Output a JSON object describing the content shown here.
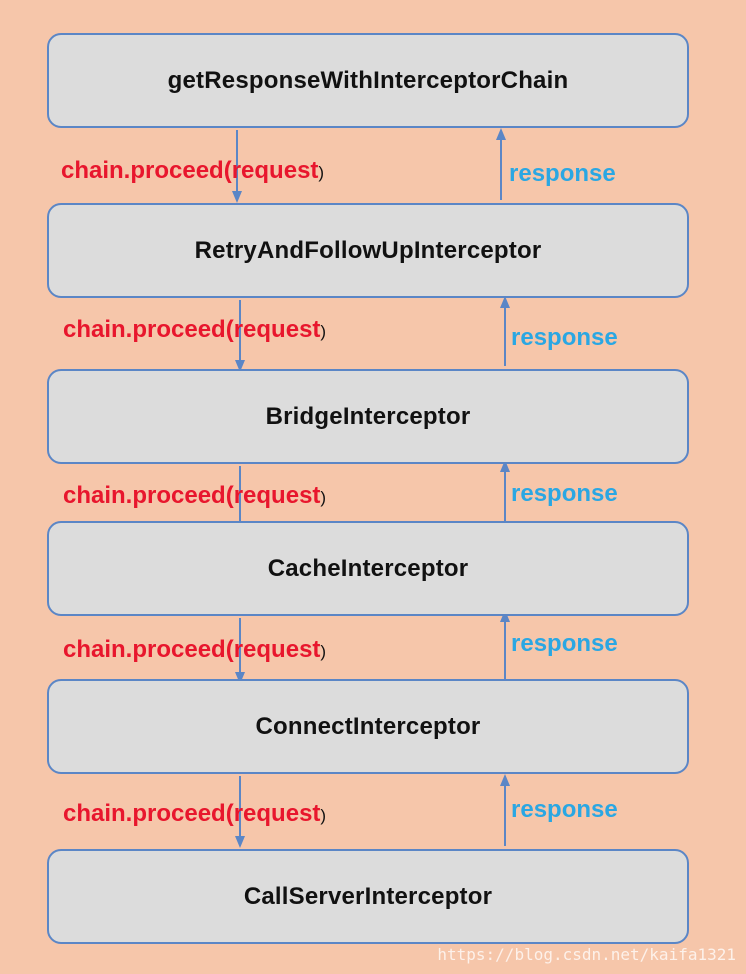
{
  "colors": {
    "background": "#f6c6aa",
    "box_fill": "#dcdcdc",
    "box_border": "#5b86c6",
    "arrow": "#5b86c6",
    "request_label": "#e8162d",
    "response_label": "#2aa7e3"
  },
  "boxes": [
    {
      "label": "getResponseWithInterceptorChain"
    },
    {
      "label": "RetryAndFollowUpInterceptor"
    },
    {
      "label": "BridgeInterceptor"
    },
    {
      "label": "CacheInterceptor"
    },
    {
      "label": "ConnectInterceptor"
    },
    {
      "label": "CallServerInterceptor"
    }
  ],
  "connectors": [
    {
      "request_label": "chain.proceed(request",
      "request_close": ")",
      "response_label": "response"
    },
    {
      "request_label": "chain.proceed(request",
      "request_close": ")",
      "response_label": "response"
    },
    {
      "request_label": "chain.proceed(request",
      "request_close": ")",
      "response_label": "response"
    },
    {
      "request_label": "chain.proceed(request",
      "request_close": ")",
      "response_label": "response"
    },
    {
      "request_label": "chain.proceed(request",
      "request_close": ")",
      "response_label": "response"
    }
  ],
  "watermark": "https://blog.csdn.net/kaifa1321"
}
